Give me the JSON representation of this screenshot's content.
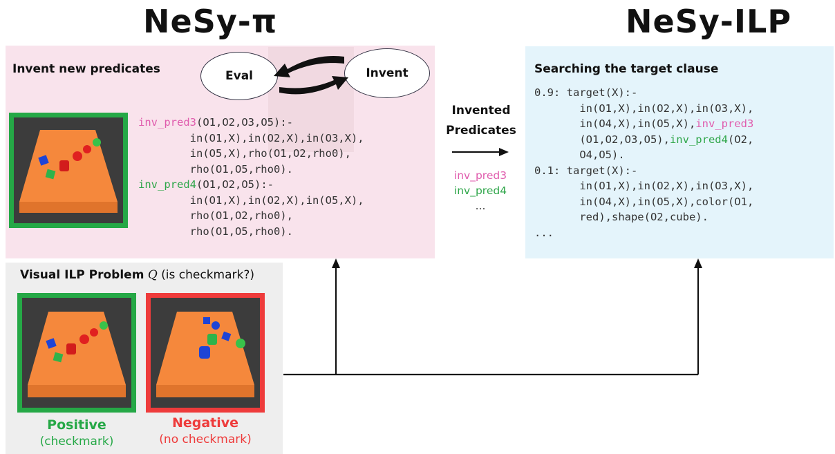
{
  "titles": {
    "left": "NeSy-π",
    "right": "NeSy-ILP"
  },
  "invent_panel": {
    "heading": "Invent new predicates",
    "eval_label": "Eval",
    "invent_label": "Invent",
    "code": {
      "l1_pred": "inv_pred3",
      "l1_rest": "(O1,O2,O3,O5):-",
      "l2": "        in(O1,X),in(O2,X),in(O3,X),",
      "l3": "        in(O5,X),rho(O1,O2,rho0),",
      "l4": "        rho(O1,O5,rho0).",
      "l5_pred": "inv_pred4",
      "l5_rest": "(O1,O2,O5):-",
      "l6": "        in(O1,X),in(O2,X),in(O5,X),",
      "l7": "        rho(O1,O2,rho0),",
      "l8": "        rho(O1,O5,rho0)."
    }
  },
  "middle": {
    "invented_1": "Invented",
    "invented_2": "Predicates",
    "pred_a": "inv_pred3",
    "pred_b": "inv_pred4",
    "ellipsis": "..."
  },
  "search_panel": {
    "heading": "Searching the target clause",
    "c1_head": "0.9: target(X):-",
    "c1_l2": "       in(O1,X),in(O2,X),in(O3,X),",
    "c1_l3a": "       in(O4,X),in(O5,X),",
    "c1_l3b": "inv_pred3",
    "c1_l4a": "       (O1,O2,O3,O5),",
    "c1_l4b": "inv_pred4",
    "c1_l4c": "(O2,",
    "c1_l5": "       O4,O5).",
    "c2_head": "0.1: target(X):-",
    "c2_l2": "       in(O1,X),in(O2,X),in(O3,X),",
    "c2_l3": "       in(O4,X),in(O5,X),color(O1,",
    "c2_l4": "       red),shape(O2,cube).",
    "ellipsis": "..."
  },
  "problem_panel": {
    "heading_bold": "Visual ILP Problem",
    "heading_symbol": "Q",
    "heading_rest": " (is checkmark?)",
    "positive_label": "Positive",
    "positive_sub": "(checkmark)",
    "negative_label": "Negative",
    "negative_sub": "(no checkmark)"
  },
  "colors": {
    "positive": "#25a846",
    "negative": "#ee3b3b",
    "invent_pink": "#e05cad",
    "invent_green": "#2fa64a",
    "panel_pink": "#f9e3ec",
    "panel_blue": "#e4f4fb",
    "panel_gray": "#eeeeee"
  }
}
